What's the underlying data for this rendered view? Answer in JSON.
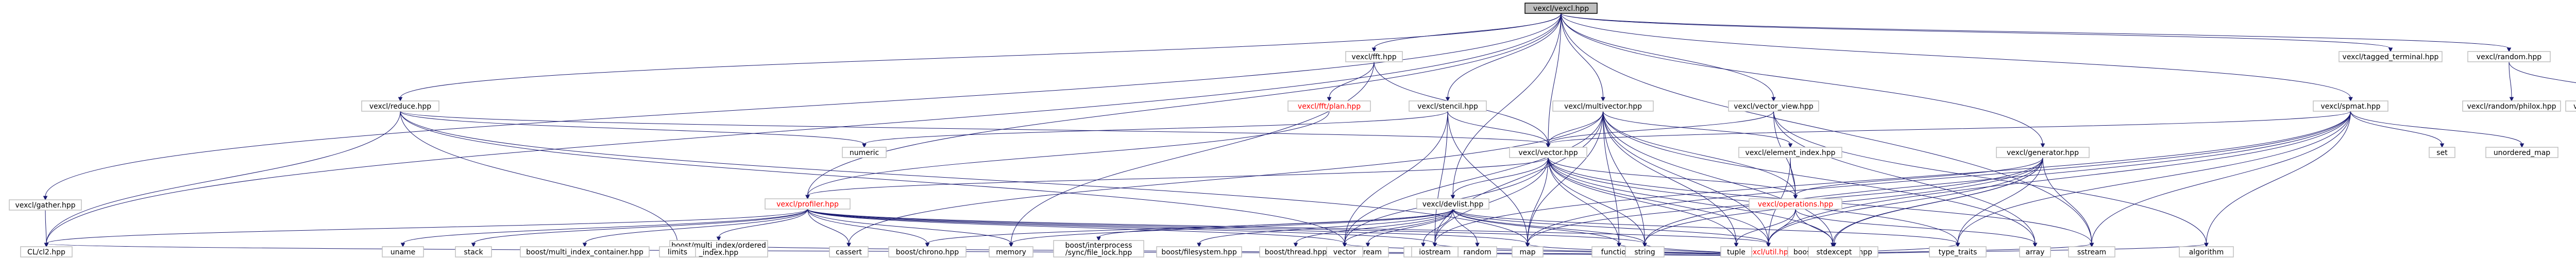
{
  "graph": {
    "colors": {
      "edge": "#191970",
      "node_border": "#bfbfbf",
      "root_fill": "#bfbfbf",
      "highlight_text": "#ff0000"
    },
    "nodes": [
      {
        "id": "n_root",
        "label": "vexcl/vexcl.hpp"
      },
      {
        "id": "n_fft",
        "label": "vexcl/fft.hpp"
      },
      {
        "id": "n_fftplan",
        "label": "vexcl/fft/plan.hpp",
        "highlight": true
      },
      {
        "id": "n_stencil",
        "label": "vexcl/stencil.hpp"
      },
      {
        "id": "n_multivector",
        "label": "vexcl/multivector.hpp"
      },
      {
        "id": "n_vectorview",
        "label": "vexcl/vector_view.hpp"
      },
      {
        "id": "n_reduce",
        "label": "vexcl/reduce.hpp"
      },
      {
        "id": "n_gather",
        "label": "vexcl/gather.hpp"
      },
      {
        "id": "n_sparse",
        "label": "vexcl/spmat.hpp"
      },
      {
        "id": "n_tagged",
        "label": "vexcl/tagged_terminal.hpp"
      },
      {
        "id": "n_random",
        "label": "vexcl/random.hpp"
      },
      {
        "id": "n_philox",
        "label": "vexcl/random/philox.hpp"
      },
      {
        "id": "n_threefry",
        "label": "vexcl/random/threefry.hpp"
      },
      {
        "id": "n_vector",
        "label": "vexcl/vector.hpp"
      },
      {
        "id": "n_eltindex",
        "label": "vexcl/element_index.hpp"
      },
      {
        "id": "n_generator",
        "label": "vexcl/generator.hpp"
      },
      {
        "id": "n_profiler",
        "label": "vexcl/profiler.hpp",
        "highlight": true
      },
      {
        "id": "n_devlist",
        "label": "vexcl/devlist.hpp"
      },
      {
        "id": "n_operations",
        "label": "vexcl/operations.hpp",
        "highlight": true
      },
      {
        "id": "n_util",
        "label": "vexcl/util.hpp",
        "highlight": true
      },
      {
        "id": "n_numeric",
        "label": "numeric"
      },
      {
        "id": "n_set",
        "label": "set"
      },
      {
        "id": "n_umap",
        "label": "unordered_map"
      },
      {
        "id": "n_uname",
        "label": "uname"
      },
      {
        "id": "n_stack",
        "label": "stack"
      },
      {
        "id": "n_bmic",
        "label": "boost/multi_index_container.hpp"
      },
      {
        "id": "n_bmiord",
        "label": "boost/multi_index/ordered\n_index.hpp"
      },
      {
        "id": "n_cassert",
        "label": "cassert"
      },
      {
        "id": "n_chrono",
        "label": "boost/chrono.hpp"
      },
      {
        "id": "n_memory",
        "label": "memory"
      },
      {
        "id": "n_interproc",
        "label": "boost/interprocess\n/sync/file_lock.hpp"
      },
      {
        "id": "n_filesystem",
        "label": "boost/filesystem.hpp"
      },
      {
        "id": "n_thread",
        "label": "boost/thread.hpp"
      },
      {
        "id": "n_fstream",
        "label": "fstream"
      },
      {
        "id": "n_cstdlib",
        "label": "cstdlib"
      },
      {
        "id": "n_random_std",
        "label": "random"
      },
      {
        "id": "n_proto",
        "label": "boost/proto/proto.hpp"
      },
      {
        "id": "n_tuple",
        "label": "tuple"
      },
      {
        "id": "n_array",
        "label": "array"
      },
      {
        "id": "n_cl2",
        "label": "CL/cl2.hpp"
      },
      {
        "id": "n_limits",
        "label": "limits"
      },
      {
        "id": "n_vector_std",
        "label": "vector"
      },
      {
        "id": "n_iostream",
        "label": "iostream"
      },
      {
        "id": "n_map",
        "label": "map"
      },
      {
        "id": "n_functional",
        "label": "functional"
      },
      {
        "id": "n_string",
        "label": "string"
      },
      {
        "id": "n_stdexcept",
        "label": "stdexcept"
      },
      {
        "id": "n_typetraits",
        "label": "type_traits"
      },
      {
        "id": "n_sstream",
        "label": "sstream"
      },
      {
        "id": "n_algorithm",
        "label": "algorithm"
      }
    ],
    "edges": [
      [
        "n_root",
        "n_fft"
      ],
      [
        "n_root",
        "n_stencil"
      ],
      [
        "n_root",
        "n_multivector"
      ],
      [
        "n_root",
        "n_vectorview"
      ],
      [
        "n_root",
        "n_reduce"
      ],
      [
        "n_root",
        "n_gather"
      ],
      [
        "n_root",
        "n_sparse"
      ],
      [
        "n_root",
        "n_tagged"
      ],
      [
        "n_root",
        "n_random"
      ],
      [
        "n_root",
        "n_vector"
      ],
      [
        "n_root",
        "n_generator"
      ],
      [
        "n_root",
        "n_profiler"
      ],
      [
        "n_root",
        "n_devlist"
      ],
      [
        "n_root",
        "n_cl2"
      ],
      [
        "n_root",
        "n_sstream"
      ],
      [
        "n_fft",
        "n_fftplan"
      ],
      [
        "n_fft",
        "n_vector"
      ],
      [
        "n_fft",
        "n_memory"
      ],
      [
        "n_fftplan",
        "n_profiler"
      ],
      [
        "n_stencil",
        "n_vector"
      ],
      [
        "n_stencil",
        "n_numeric"
      ],
      [
        "n_stencil",
        "n_iostream"
      ],
      [
        "n_stencil",
        "n_map"
      ],
      [
        "n_stencil",
        "n_vector_std"
      ],
      [
        "n_multivector",
        "n_vector"
      ],
      [
        "n_multivector",
        "n_eltindex"
      ],
      [
        "n_multivector",
        "n_operations"
      ],
      [
        "n_multivector",
        "n_util"
      ],
      [
        "n_multivector",
        "n_array"
      ],
      [
        "n_multivector",
        "n_tuple"
      ],
      [
        "n_multivector",
        "n_proto"
      ],
      [
        "n_multivector",
        "n_iostream"
      ],
      [
        "n_multivector",
        "n_map"
      ],
      [
        "n_multivector",
        "n_string"
      ],
      [
        "n_multivector",
        "n_vector_std"
      ],
      [
        "n_multivector",
        "n_functional"
      ],
      [
        "n_multivector",
        "n_cassert"
      ],
      [
        "n_vectorview",
        "n_vector"
      ],
      [
        "n_vectorview",
        "n_operations"
      ],
      [
        "n_vectorview",
        "n_array"
      ],
      [
        "n_vectorview",
        "n_algorithm"
      ],
      [
        "n_reduce",
        "n_vector"
      ],
      [
        "n_reduce",
        "n_numeric"
      ],
      [
        "n_reduce",
        "n_vector_std"
      ],
      [
        "n_reduce",
        "n_limits"
      ],
      [
        "n_reduce",
        "n_map"
      ],
      [
        "n_reduce",
        "n_cl2"
      ],
      [
        "n_gather",
        "n_cl2"
      ],
      [
        "n_sparse",
        "n_vector"
      ],
      [
        "n_sparse",
        "n_set"
      ],
      [
        "n_sparse",
        "n_umap"
      ],
      [
        "n_sparse",
        "n_util"
      ],
      [
        "n_sparse",
        "n_map"
      ],
      [
        "n_sparse",
        "n_string"
      ],
      [
        "n_sparse",
        "n_sstream"
      ],
      [
        "n_sparse",
        "n_algorithm"
      ],
      [
        "n_sparse",
        "n_typetraits"
      ],
      [
        "n_sparse",
        "n_iostream"
      ],
      [
        "n_random",
        "n_philox"
      ],
      [
        "n_random",
        "n_threefry"
      ],
      [
        "n_vector",
        "n_profiler"
      ],
      [
        "n_vector",
        "n_devlist"
      ],
      [
        "n_vector",
        "n_operations"
      ],
      [
        "n_vector",
        "n_util"
      ],
      [
        "n_vector",
        "n_proto"
      ],
      [
        "n_vector",
        "n_vector_std"
      ],
      [
        "n_vector",
        "n_map"
      ],
      [
        "n_vector",
        "n_iostream"
      ],
      [
        "n_vector",
        "n_functional"
      ],
      [
        "n_vector",
        "n_string"
      ],
      [
        "n_vector",
        "n_typetraits"
      ],
      [
        "n_vector",
        "n_sstream"
      ],
      [
        "n_vector",
        "n_tuple"
      ],
      [
        "n_eltindex",
        "n_operations"
      ],
      [
        "n_eltindex",
        "n_util"
      ],
      [
        "n_generator",
        "n_operations"
      ],
      [
        "n_generator",
        "n_util"
      ],
      [
        "n_generator",
        "n_proto"
      ],
      [
        "n_generator",
        "n_map"
      ],
      [
        "n_generator",
        "n_string"
      ],
      [
        "n_generator",
        "n_stdexcept"
      ],
      [
        "n_generator",
        "n_sstream"
      ],
      [
        "n_generator",
        "n_typetraits"
      ],
      [
        "n_profiler",
        "n_uname"
      ],
      [
        "n_profiler",
        "n_stack"
      ],
      [
        "n_profiler",
        "n_bmic"
      ],
      [
        "n_profiler",
        "n_bmiord"
      ],
      [
        "n_profiler",
        "n_cassert"
      ],
      [
        "n_profiler",
        "n_chrono"
      ],
      [
        "n_profiler",
        "n_memory"
      ],
      [
        "n_profiler",
        "n_cl2"
      ],
      [
        "n_profiler",
        "n_util"
      ],
      [
        "n_profiler",
        "n_vector_std"
      ],
      [
        "n_profiler",
        "n_map"
      ],
      [
        "n_profiler",
        "n_string"
      ],
      [
        "n_profiler",
        "n_iostream"
      ],
      [
        "n_devlist",
        "n_interproc"
      ],
      [
        "n_devlist",
        "n_filesystem"
      ],
      [
        "n_devlist",
        "n_thread"
      ],
      [
        "n_devlist",
        "n_fstream"
      ],
      [
        "n_devlist",
        "n_cstdlib"
      ],
      [
        "n_devlist",
        "n_random_std"
      ],
      [
        "n_devlist",
        "n_chrono"
      ],
      [
        "n_devlist",
        "n_memory"
      ],
      [
        "n_devlist",
        "n_util"
      ],
      [
        "n_devlist",
        "n_vector_std"
      ],
      [
        "n_devlist",
        "n_string"
      ],
      [
        "n_devlist",
        "n_functional"
      ],
      [
        "n_devlist",
        "n_typetraits"
      ],
      [
        "n_operations",
        "n_proto"
      ],
      [
        "n_operations",
        "n_util"
      ],
      [
        "n_operations",
        "n_array"
      ],
      [
        "n_operations",
        "n_tuple"
      ],
      [
        "n_util",
        "n_cl2"
      ],
      [
        "n_util",
        "n_limits"
      ],
      [
        "n_util",
        "n_vector_std"
      ],
      [
        "n_util",
        "n_iostream"
      ],
      [
        "n_util",
        "n_map"
      ],
      [
        "n_util",
        "n_functional"
      ],
      [
        "n_util",
        "n_string"
      ],
      [
        "n_util",
        "n_stdexcept"
      ],
      [
        "n_util",
        "n_typetraits"
      ],
      [
        "n_util",
        "n_sstream"
      ],
      [
        "n_util",
        "n_algorithm"
      ]
    ]
  }
}
